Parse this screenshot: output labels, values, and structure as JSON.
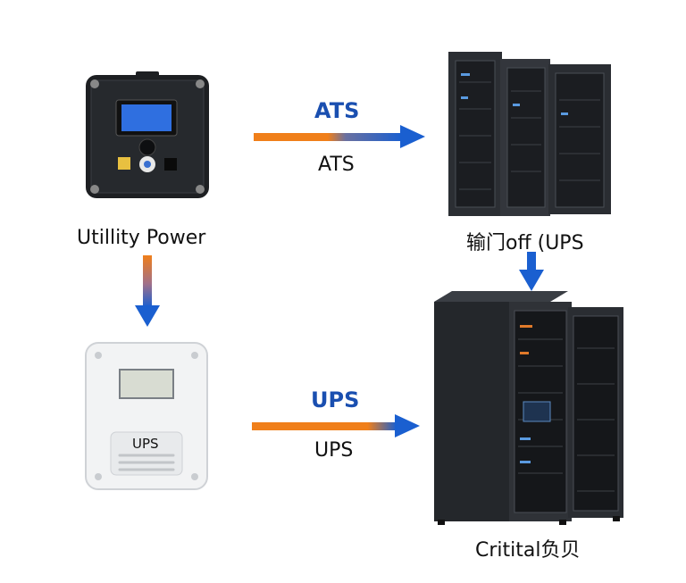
{
  "nodes": {
    "utility_power": {
      "label": "Utillity Power"
    },
    "ups_unit": {
      "label": "UPS",
      "panel_text": "UPS"
    },
    "top_rack": {
      "label": "输门off (UPS"
    },
    "critical_rack": {
      "label": "Critital负贝"
    }
  },
  "edges": {
    "utility_to_ats": {
      "top_label": "ATS",
      "bottom_label": "ATS"
    },
    "ups_to_critical": {
      "top_label": "UPS",
      "bottom_label": "UPS"
    }
  },
  "colors": {
    "arrow_orange": "#f07f1a",
    "arrow_blue": "#1a5fd0",
    "label_blue": "#1a4fb0",
    "rack_dark": "#2b2e33",
    "screen_blue": "#2f6fe0"
  }
}
